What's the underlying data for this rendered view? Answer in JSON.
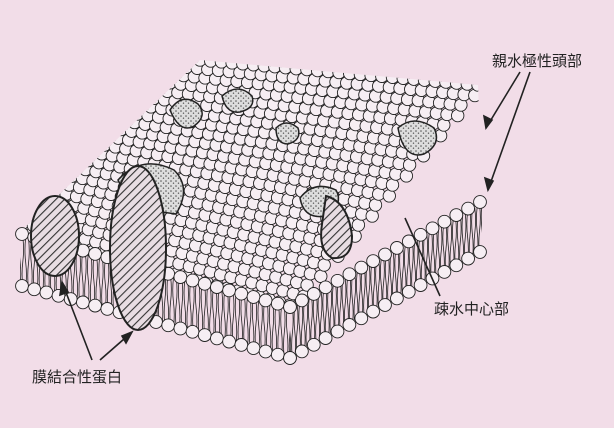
{
  "figure": {
    "background": "#f2dde8",
    "line_color": "#222222",
    "head_fill": "#f6eef3",
    "protein_hatch_color": "#333333",
    "protein_stipple_color": "#555555"
  },
  "labels": {
    "hydrophilic_head": "親水極性頭部",
    "hydrophobic_core": "疎水中心部",
    "membrane_protein": "膜結合性蛋白"
  }
}
